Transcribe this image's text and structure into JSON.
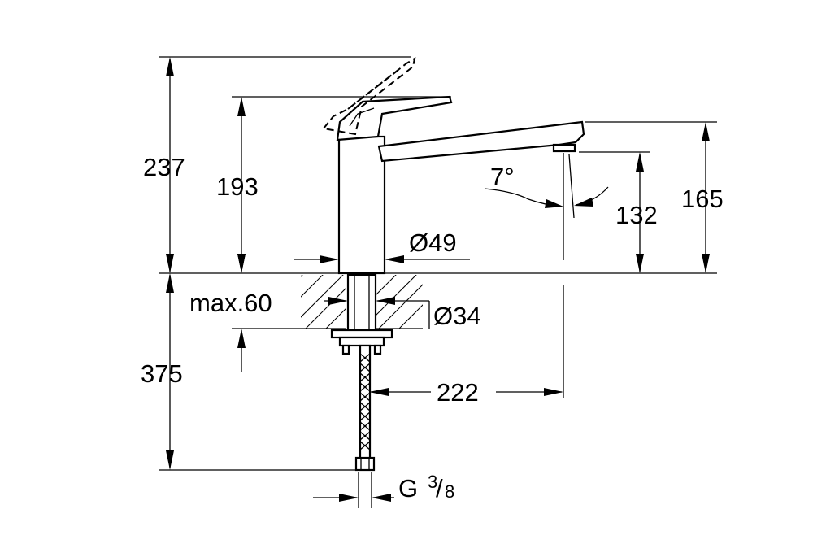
{
  "dimensions": {
    "total_height": "237",
    "faucet_height": "193",
    "spout_height": "165",
    "outlet_height": "132",
    "swivel_angle": "7°",
    "body_diameter": "Ø49",
    "mount_hole_diameter": "Ø34",
    "max_counter_thickness": "max.60",
    "below_counter_length": "375",
    "spout_reach": "222",
    "connection_thread": "G",
    "thread_numerator": "3",
    "thread_denominator": "8"
  }
}
